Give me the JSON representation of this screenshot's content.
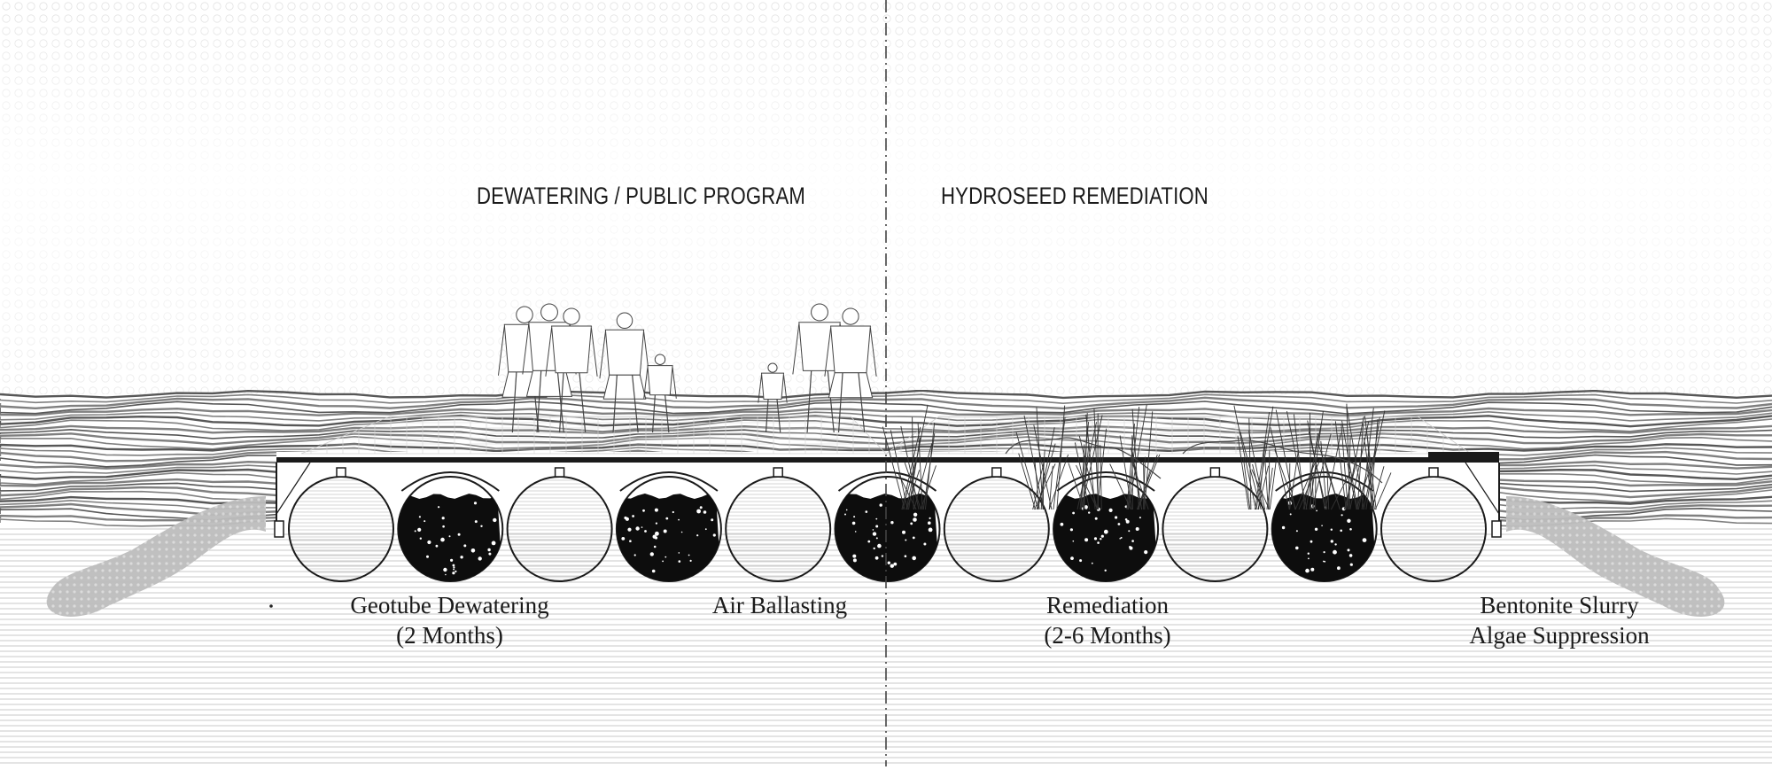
{
  "headings": {
    "left": "DEWATERING / PUBLIC PROGRAM",
    "right": "HYDROSEED REMEDIATION"
  },
  "captions": {
    "geotube": {
      "line1": "Geotube Dewatering",
      "line2": "(2 Months)"
    },
    "air": {
      "line1": "Air Ballasting"
    },
    "remediation": {
      "line1": "Remediation",
      "line2": "(2-6 Months)"
    },
    "bentonite": {
      "line1": "Bentonite Slurry",
      "line2": "Algae Suppression"
    }
  },
  "tubes": [
    {
      "fill": "air"
    },
    {
      "fill": "sediment"
    },
    {
      "fill": "air"
    },
    {
      "fill": "sediment"
    },
    {
      "fill": "air"
    },
    {
      "fill": "sediment"
    },
    {
      "fill": "air"
    },
    {
      "fill": "sediment"
    },
    {
      "fill": "air"
    },
    {
      "fill": "sediment"
    },
    {
      "fill": "air"
    }
  ],
  "colors": {
    "ink": "#1a1a1a",
    "sediment": "#0d0d0d",
    "water": "#b8b8b8",
    "plume": "#c4c4c4"
  }
}
